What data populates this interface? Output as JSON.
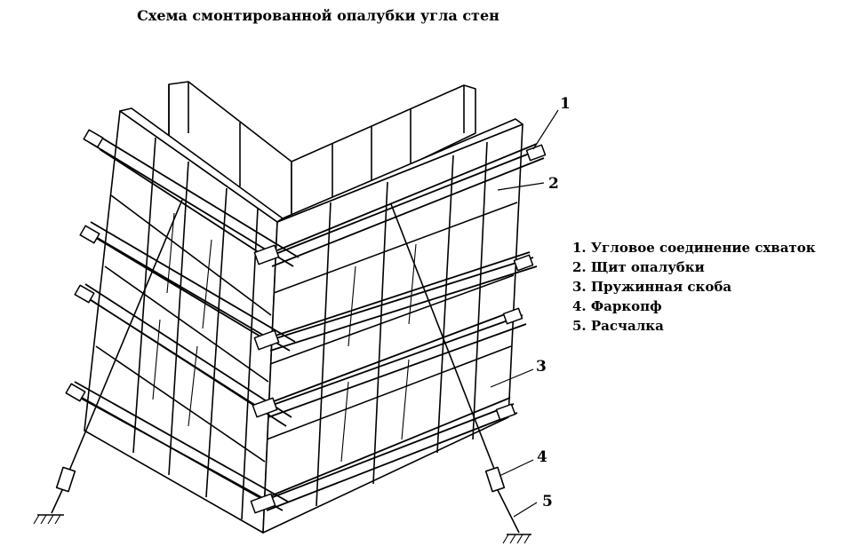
{
  "diagram": {
    "title": "Схема смонтированной опалубки угла стен",
    "legend": [
      "1. Угловое соединение схваток",
      "2. Щит опалубки",
      "3. Пружинная скоба",
      "4. Фаркопф",
      "5. Расчалка"
    ],
    "callouts": [
      "1",
      "2",
      "3",
      "4",
      "5"
    ]
  }
}
